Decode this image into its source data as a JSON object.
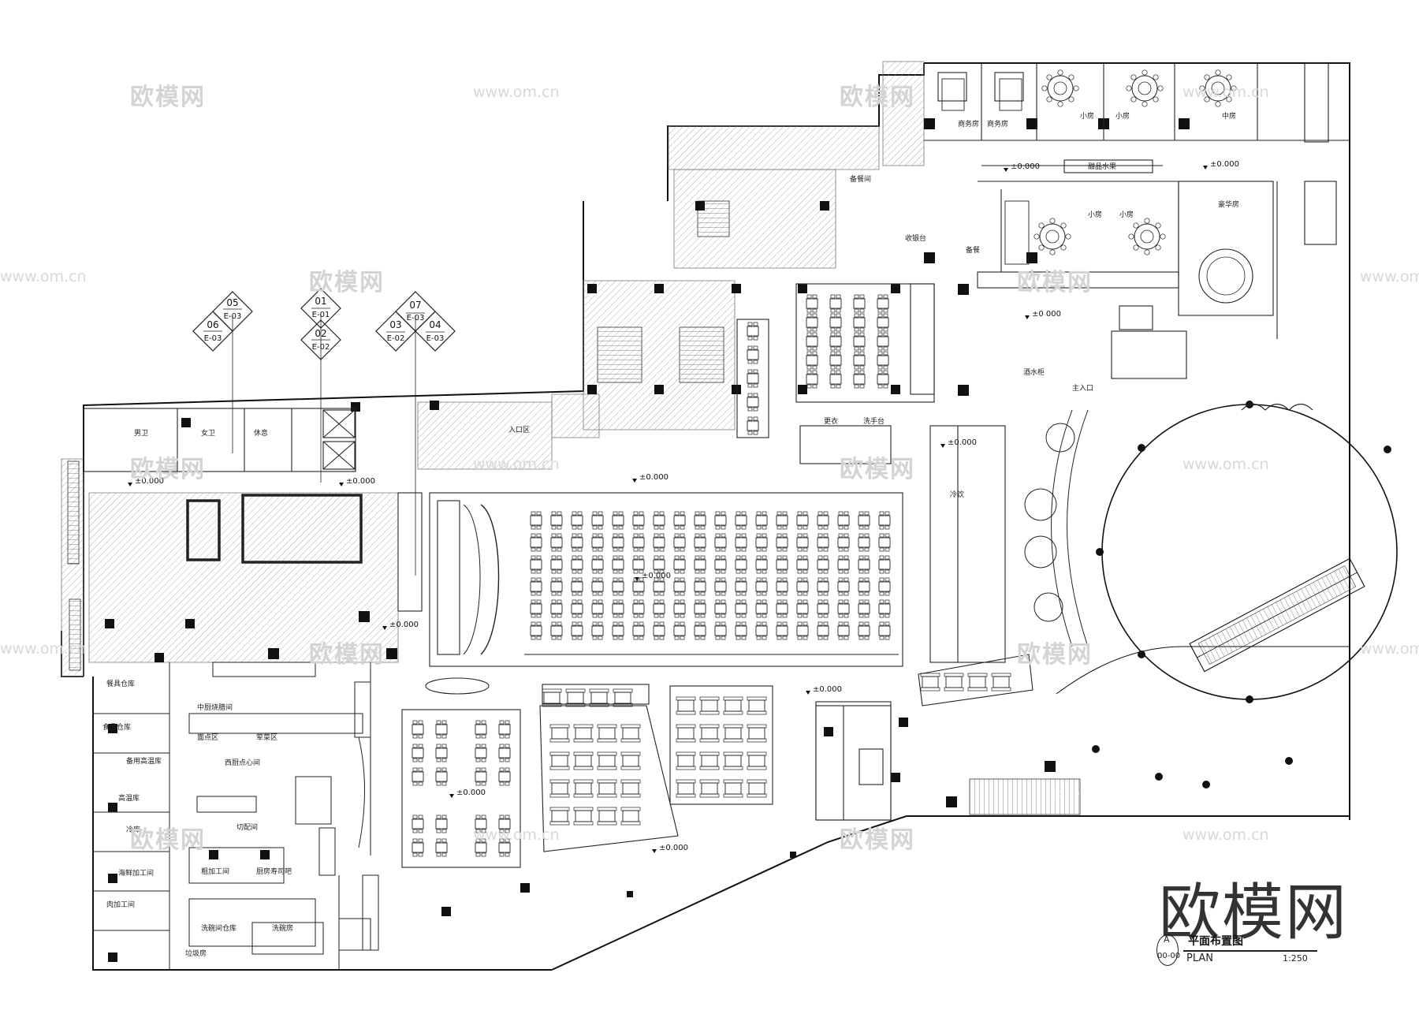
{
  "watermark": {
    "brand": "欧模网",
    "url": "www.om.cn"
  },
  "logo_text": "欧模网",
  "title_block": {
    "sheet_letter": "A",
    "sheet_number": "00-00",
    "title": "平面布置图",
    "subtitle": "PLAN",
    "scale": "1:250"
  },
  "section_markers": [
    {
      "top_num": "05",
      "top_ref": "E-03",
      "left_num": "06",
      "left_ref": "E-03"
    },
    {
      "top_num": "01",
      "top_ref": "E-01",
      "bot_num": "02",
      "bot_ref": "E-02"
    },
    {
      "top_num": "07",
      "top_ref": "E-03",
      "left_num": "03",
      "left_ref": "E-02",
      "right_num": "04",
      "right_ref": "E-03"
    }
  ],
  "elevations": {
    "e1": "±0.000",
    "e2": "±0.000",
    "e3": "±0.000",
    "e4": "±0.000",
    "e5": "±0.000",
    "e6": "±0.000",
    "e7": "±0.000",
    "e8": "±0.000",
    "e9": "±0.000",
    "e10": "±0.000",
    "e11": "±0.000",
    "e12": "±0.000",
    "e13": "±0.000"
  },
  "rooms": {
    "r1": "商务房",
    "r2": "商务房",
    "r3": "小房",
    "r4": "小房",
    "r5": "中房",
    "r6": "甜品水果",
    "r7": "小房",
    "r8": "小房",
    "r9": "豪华房",
    "r10": "收银台",
    "r11": "备餐",
    "r12": "主入口",
    "r13": "酒水柜",
    "r14": "备餐间",
    "r15": "餐具仓库",
    "r16": "食品仓库",
    "r17": "备用高温库",
    "r18": "高温库",
    "r19": "冷库",
    "r20": "海鲜加工间",
    "r21": "肉加工间",
    "r22": "洗碗间仓库",
    "r23": "洗碗房",
    "r24": "垃圾房",
    "r25": "西厨点心间",
    "r26": "切配间",
    "r27": "粗加工间",
    "r28": "厨房寿司吧",
    "r29": "中厨烧腊间",
    "r30": "面点区",
    "r31": "荤菜区",
    "r32": "男卫",
    "r33": "女卫",
    "r34": "休息",
    "r35": "更衣",
    "r36": "入口区",
    "r37": "冷饮",
    "r38": "洗手台"
  }
}
